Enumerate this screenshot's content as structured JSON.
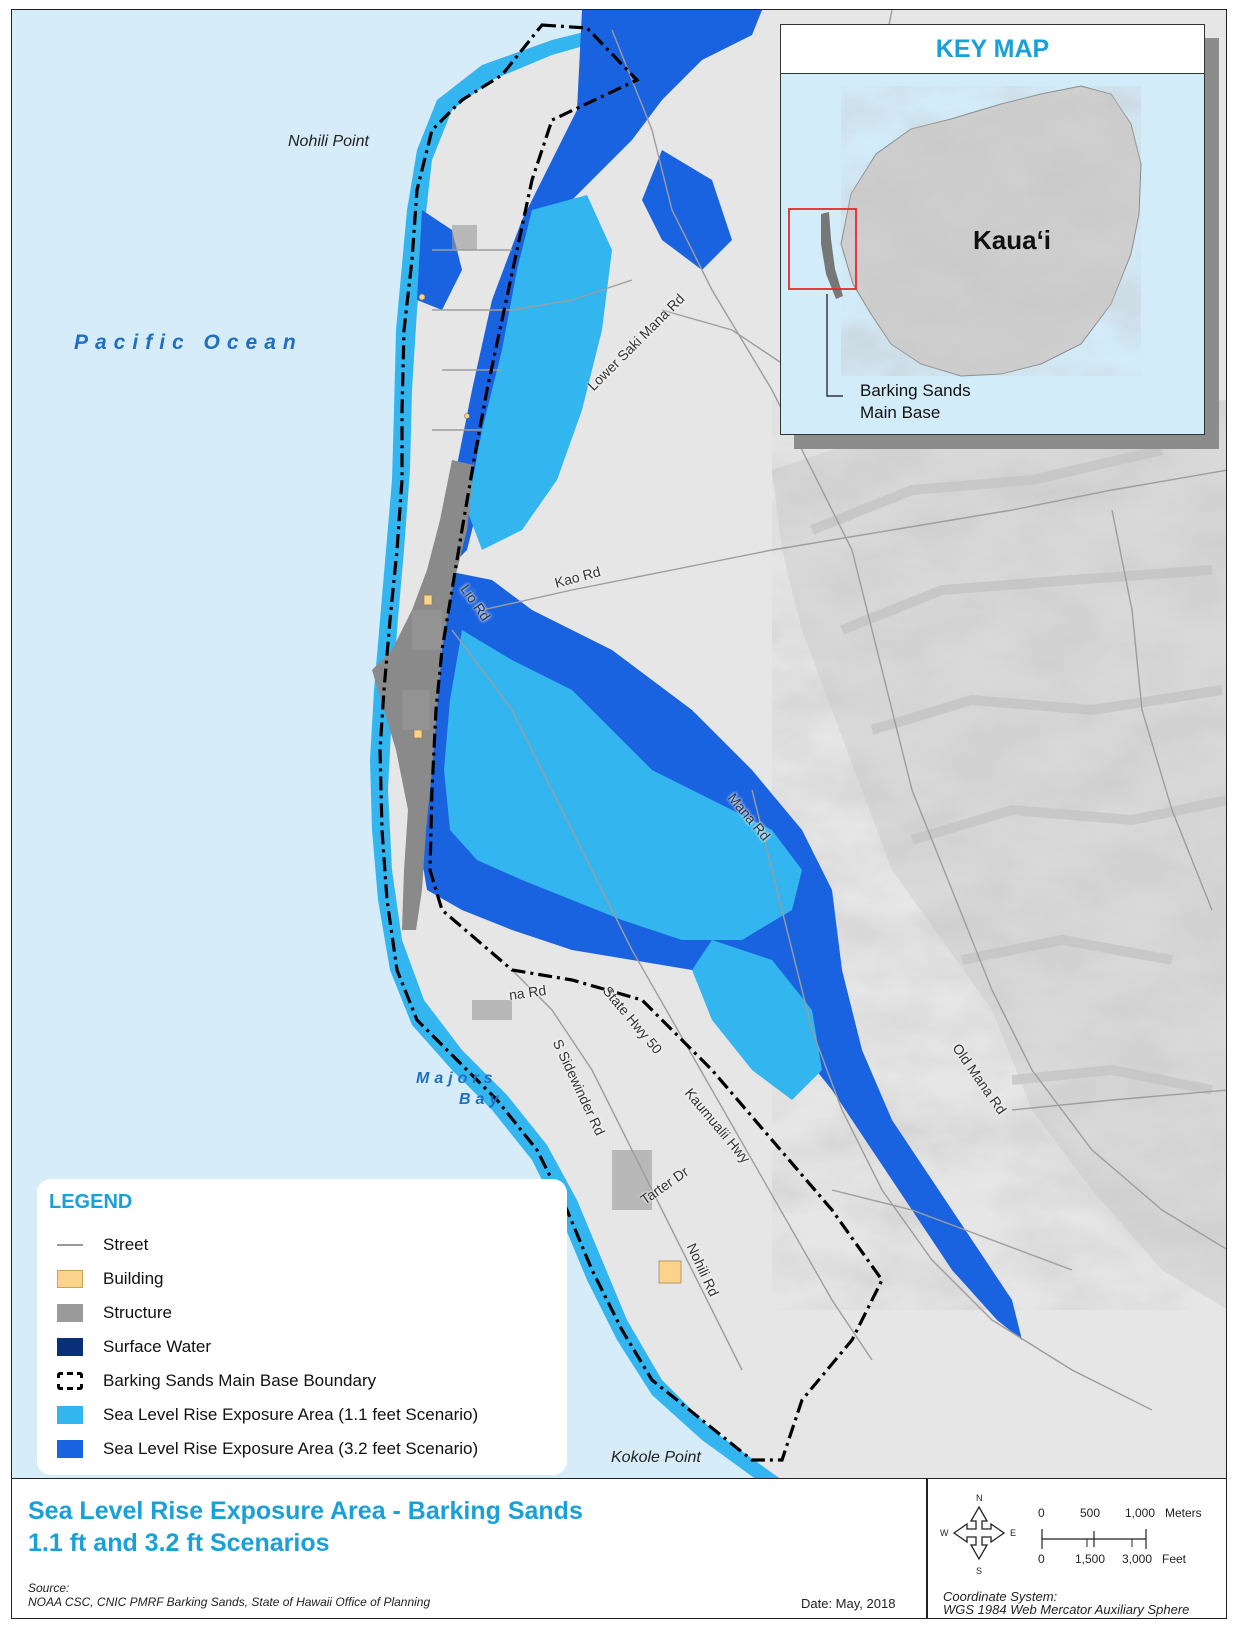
{
  "map": {
    "places": {
      "nohili_point": "Nohili Point",
      "pacific_ocean": "Pacific Ocean",
      "majors_bay_line1": "Majors",
      "majors_bay_line2": "Bay",
      "kokole_point": "Kokole Point"
    },
    "roads": {
      "lower_saki_mana": "Lower Saki Mana Rd",
      "kao": "Kao Rd",
      "lio": "Lio Rd",
      "mana": "Mana Rd",
      "mana_small": "na Rd",
      "state_hwy": "State Hwy 50",
      "sidewinder": "S Sidewinder Rd",
      "kaumualii": "Kaumualii Hwy",
      "old_mana": "Old Mana Rd",
      "tarter": "Tarter Dr",
      "nohili_rd": "Nohili Rd"
    },
    "colors": {
      "ocean": "#d6ecf8",
      "land": "#e6e6e6",
      "slr_1_1": "#33b5f0",
      "slr_3_2": "#1a63e0",
      "structure": "#8a8a8a",
      "building": "#fbd38a",
      "street": "#999999"
    }
  },
  "keymap": {
    "title": "KEY MAP",
    "island_label": "Kaua‘i",
    "callout_line1": "Barking Sands",
    "callout_line2": "Main Base",
    "highlight_color": "#e8282c"
  },
  "legend": {
    "title": "LEGEND",
    "items": [
      {
        "label": "Street",
        "swatch": "line",
        "color": "#999999"
      },
      {
        "label": "Building",
        "swatch": "fill",
        "color": "#fbd38a"
      },
      {
        "label": "Structure",
        "swatch": "fill",
        "color": "#9a9a9a"
      },
      {
        "label": "Surface Water",
        "swatch": "fill",
        "color": "#0a2f7a"
      },
      {
        "label": "Barking Sands Main Base Boundary",
        "swatch": "boundary",
        "color": "#000000"
      },
      {
        "label": "Sea Level Rise Exposure Area (1.1 feet Scenario)",
        "swatch": "fill",
        "color": "#33b5f0"
      },
      {
        "label": "Sea Level Rise Exposure Area (3.2 feet Scenario)",
        "swatch": "fill",
        "color": "#1a63e0"
      }
    ]
  },
  "title_block": {
    "title_line1": "Sea Level Rise Exposure Area - Barking Sands",
    "title_line2": "1.1 ft and 3.2 ft Scenarios",
    "source_label": "Source:",
    "source_text": "NOAA CSC, CNIC PMRF Barking Sands, State of Hawaii Office of Planning",
    "date": "Date: May, 2018",
    "coord_label": "Coordinate System:",
    "coord_text": "WGS 1984 Web Mercator Auxiliary Sphere",
    "compass": {
      "n": "N",
      "s": "S",
      "e": "E",
      "w": "W"
    },
    "scale_meters": {
      "ticks": [
        "0",
        "500",
        "1,000"
      ],
      "unit": "Meters"
    },
    "scale_feet": {
      "ticks": [
        "0",
        "1,500",
        "3,000"
      ],
      "unit": "Feet"
    }
  }
}
